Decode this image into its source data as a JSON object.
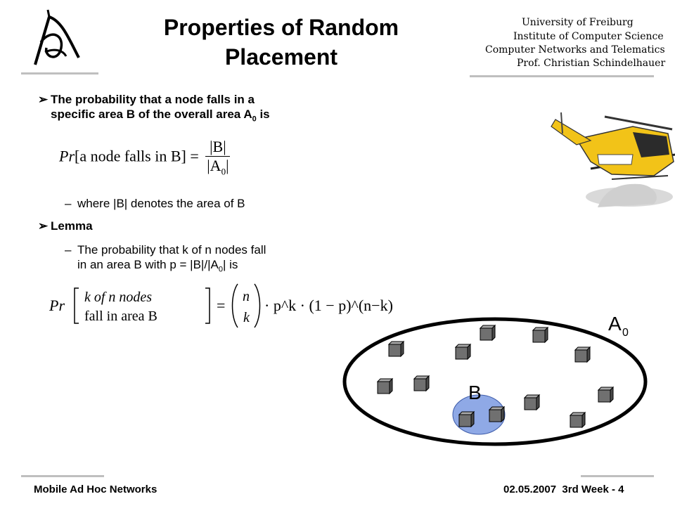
{
  "header": {
    "title_line1": "Properties of Random",
    "title_line2": "Placement",
    "institution": [
      "University of Freiburg",
      "Institute of Computer Science",
      "Computer   Networks and Telematics",
      "Prof. Christian Schindelhauer"
    ]
  },
  "content": {
    "bullet1_line1": "The probability that a node falls in a",
    "bullet1_line2_pre": "specific area B of the overall area A",
    "bullet1_line2_sub": "0",
    "bullet1_line2_post": " is",
    "formula1": {
      "lhs_pr": "Pr",
      "lhs_bracket_text": "[a node falls in B] =",
      "numerator": "|B|",
      "denominator_pre": "|A",
      "denominator_sub": "0",
      "denominator_post": "|"
    },
    "sub1": "where |B| denotes the area of B",
    "bullet2": "Lemma",
    "sub2_line1": "The probability that k of n nodes fall",
    "sub2_line2_pre": "in an area B with p = |B|/|A",
    "sub2_line2_sub": "0",
    "sub2_line2_post": "| is",
    "formula2": {
      "pr": "Pr",
      "top": "k  of  n  nodes",
      "bottom": "fall in area B",
      "eq": "=",
      "binom_top": "n",
      "binom_bottom": "k",
      "rest": "· p^k · (1 − p)^(n−k)"
    }
  },
  "diagram": {
    "outer_label": "A",
    "outer_label_sub": "0",
    "inner_label": "B"
  },
  "footer": {
    "left": "Mobile Ad Hoc Networks",
    "right": "02.05.2007  3rd Week - 4"
  },
  "colors": {
    "rule": "#bfbfbf",
    "area_b_fill": "#8fa9e6",
    "node_fill": "#707070"
  }
}
